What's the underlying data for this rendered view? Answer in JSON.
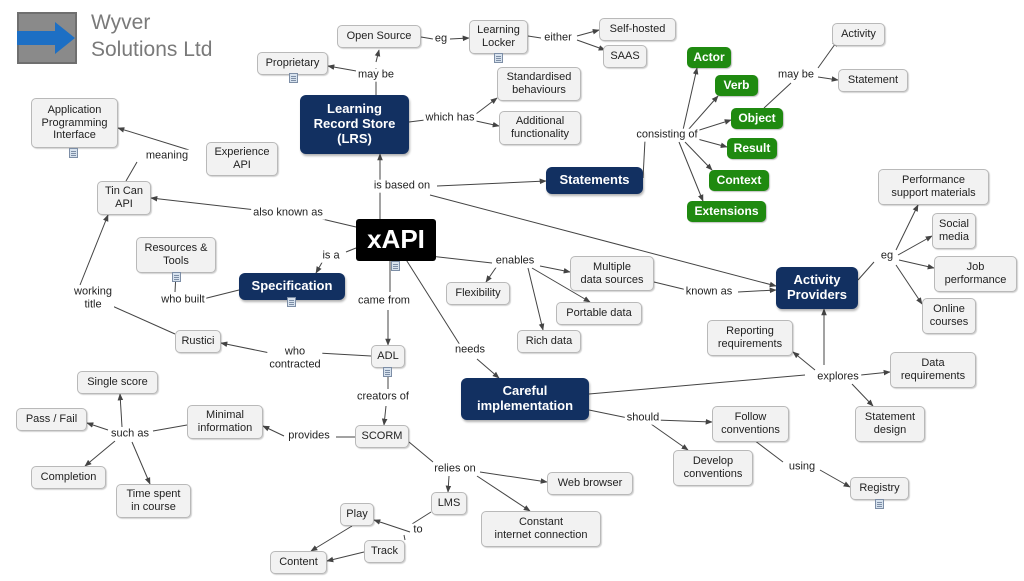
{
  "logo": {
    "line1": "Wyver",
    "line2": "Solutions Ltd",
    "accent": "#1d6fc4"
  },
  "colors": {
    "dark_node": "#123061",
    "green_node": "#1f8a10",
    "edge": "#444444"
  },
  "nodes": {
    "xapi": "xAPI",
    "lrs": "Learning\nRecord Store\n(LRS)",
    "statements": "Statements",
    "specification": "Specification",
    "careful": "Careful\nimplementation",
    "activity_providers": "Activity\nProviders",
    "actor": "Actor",
    "verb": "Verb",
    "object": "Object",
    "result": "Result",
    "context": "Context",
    "extensions": "Extensions",
    "open_source": "Open Source",
    "proprietary": "Proprietary",
    "learning_locker": "Learning\nLocker",
    "self_hosted": "Self-hosted",
    "saas": "SAAS",
    "standardised": "Standardised\nbehaviours",
    "additional": "Additional\nfunctionality",
    "api": "Application\nProgramming\nInterface",
    "experience_api": "Experience\nAPI",
    "tincan": "Tin Can\nAPI",
    "resources_tools": "Resources &\nTools",
    "rustici": "Rustici",
    "adl": "ADL",
    "scorm": "SCORM",
    "minimal_info": "Minimal\ninformation",
    "single_score": "Single score",
    "pass_fail": "Pass / Fail",
    "completion": "Completion",
    "time_spent": "Time spent\nin course",
    "lms": "LMS",
    "play": "Play",
    "track": "Track",
    "content": "Content",
    "web_browser": "Web browser",
    "constant_internet": "Constant\ninternet connection",
    "flexibility": "Flexibility",
    "multiple_sources": "Multiple\ndata sources",
    "portable": "Portable data",
    "rich": "Rich data",
    "activity": "Activity",
    "statement": "Statement",
    "performance_support": "Performance\nsupport materials",
    "social_media": "Social\nmedia",
    "job_performance": "Job\nperformance",
    "online_courses": "Online\ncourses",
    "reporting": "Reporting\nrequirements",
    "data_req": "Data\nrequirements",
    "statement_design": "Statement\ndesign",
    "follow": "Follow\nconventions",
    "develop": "Develop\nconventions",
    "registry": "Registry"
  },
  "labels": {
    "may_be_lrs": "may be",
    "eg_lrs": "eg",
    "either": "either",
    "which_has": "which has",
    "is_based_on": "is based on",
    "consisting_of": "consisting of",
    "may_be_obj": "may be",
    "meaning": "meaning",
    "also_known_as": "also known as",
    "is_a": "is a",
    "who_built": "who built",
    "working_title": "working\ntitle",
    "came_from": "came from",
    "who_contracted": "who\ncontracted",
    "creators_of": "creators of",
    "provides": "provides",
    "such_as": "such as",
    "relies_on": "relies on",
    "to": "to",
    "enables": "enables",
    "known_as": "known as",
    "needs": "needs",
    "eg_ap": "eg",
    "explores": "explores",
    "should": "should",
    "using": "using"
  }
}
